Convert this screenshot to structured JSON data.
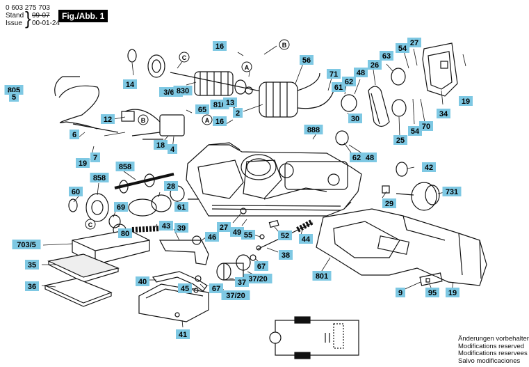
{
  "header": {
    "part_number": "0 603 275 703",
    "stand_label": "Stand",
    "stand_value": "99-07",
    "issue_label": "Issue",
    "issue_value": "00-01-24",
    "figure_label": "Fig./Abb. 1"
  },
  "notes": [
    "Änderungen vorbehalten",
    "Modifications reserved",
    "Modifications reservees",
    "Salvo modificaciones"
  ],
  "colors": {
    "label_bg": "#7ec8e3",
    "line": "#111111",
    "tag_bg": "#ffffff"
  },
  "callouts": [
    {
      "id": "16a",
      "text": "16"
    },
    {
      "id": "b1",
      "text": "B",
      "circle": true
    },
    {
      "id": "14",
      "text": "14"
    },
    {
      "id": "c1",
      "text": "C",
      "circle": true
    },
    {
      "id": "360",
      "text": "3/60"
    },
    {
      "id": "830",
      "text": "830"
    },
    {
      "id": "a1",
      "text": "A",
      "circle": true
    },
    {
      "id": "56",
      "text": "56"
    },
    {
      "id": "71",
      "text": "71"
    },
    {
      "id": "48a",
      "text": "48"
    },
    {
      "id": "26",
      "text": "26"
    },
    {
      "id": "63",
      "text": "63"
    },
    {
      "id": "54a",
      "text": "54"
    },
    {
      "id": "27a",
      "text": "27"
    },
    {
      "id": "19a",
      "text": "19"
    },
    {
      "id": "805",
      "text": "805"
    },
    {
      "id": "5",
      "text": "5"
    },
    {
      "id": "810",
      "text": "810"
    },
    {
      "id": "65",
      "text": "65"
    },
    {
      "id": "13",
      "text": "13"
    },
    {
      "id": "61a",
      "text": "61"
    },
    {
      "id": "62a",
      "text": "62"
    },
    {
      "id": "30",
      "text": "30"
    },
    {
      "id": "2",
      "text": "2"
    },
    {
      "id": "12",
      "text": "12"
    },
    {
      "id": "b2",
      "text": "B",
      "circle": true
    },
    {
      "id": "a2",
      "text": "A",
      "circle": true
    },
    {
      "id": "16b",
      "text": "16"
    },
    {
      "id": "34",
      "text": "34"
    },
    {
      "id": "70",
      "text": "70"
    },
    {
      "id": "6",
      "text": "6"
    },
    {
      "id": "18",
      "text": "18"
    },
    {
      "id": "4",
      "text": "4"
    },
    {
      "id": "888",
      "text": "888"
    },
    {
      "id": "25",
      "text": "25"
    },
    {
      "id": "54b",
      "text": "54"
    },
    {
      "id": "19b",
      "text": "19"
    },
    {
      "id": "7",
      "text": "7"
    },
    {
      "id": "62b",
      "text": "62"
    },
    {
      "id": "48b",
      "text": "48"
    },
    {
      "id": "858a",
      "text": "858"
    },
    {
      "id": "42",
      "text": "42"
    },
    {
      "id": "858b",
      "text": "858"
    },
    {
      "id": "28",
      "text": "28"
    },
    {
      "id": "60",
      "text": "60"
    },
    {
      "id": "61b",
      "text": "61"
    },
    {
      "id": "731",
      "text": "731"
    },
    {
      "id": "c2",
      "text": "C",
      "circle": true
    },
    {
      "id": "69",
      "text": "69"
    },
    {
      "id": "29",
      "text": "29"
    },
    {
      "id": "80",
      "text": "80"
    },
    {
      "id": "43",
      "text": "43"
    },
    {
      "id": "39",
      "text": "39"
    },
    {
      "id": "27b",
      "text": "27"
    },
    {
      "id": "49",
      "text": "49"
    },
    {
      "id": "55",
      "text": "55"
    },
    {
      "id": "52",
      "text": "52"
    },
    {
      "id": "44",
      "text": "44"
    },
    {
      "id": "703",
      "text": "703/5"
    },
    {
      "id": "46",
      "text": "46"
    },
    {
      "id": "38",
      "text": "38"
    },
    {
      "id": "67a",
      "text": "67"
    },
    {
      "id": "35",
      "text": "35"
    },
    {
      "id": "3720a",
      "text": "37/20"
    },
    {
      "id": "801",
      "text": "801"
    },
    {
      "id": "40",
      "text": "40"
    },
    {
      "id": "37",
      "text": "37"
    },
    {
      "id": "36",
      "text": "36"
    },
    {
      "id": "45",
      "text": "45"
    },
    {
      "id": "67b",
      "text": "67"
    },
    {
      "id": "3720b",
      "text": "37/20"
    },
    {
      "id": "9",
      "text": "9"
    },
    {
      "id": "95",
      "text": "95"
    },
    {
      "id": "19c",
      "text": "19"
    },
    {
      "id": "41",
      "text": "41"
    }
  ]
}
